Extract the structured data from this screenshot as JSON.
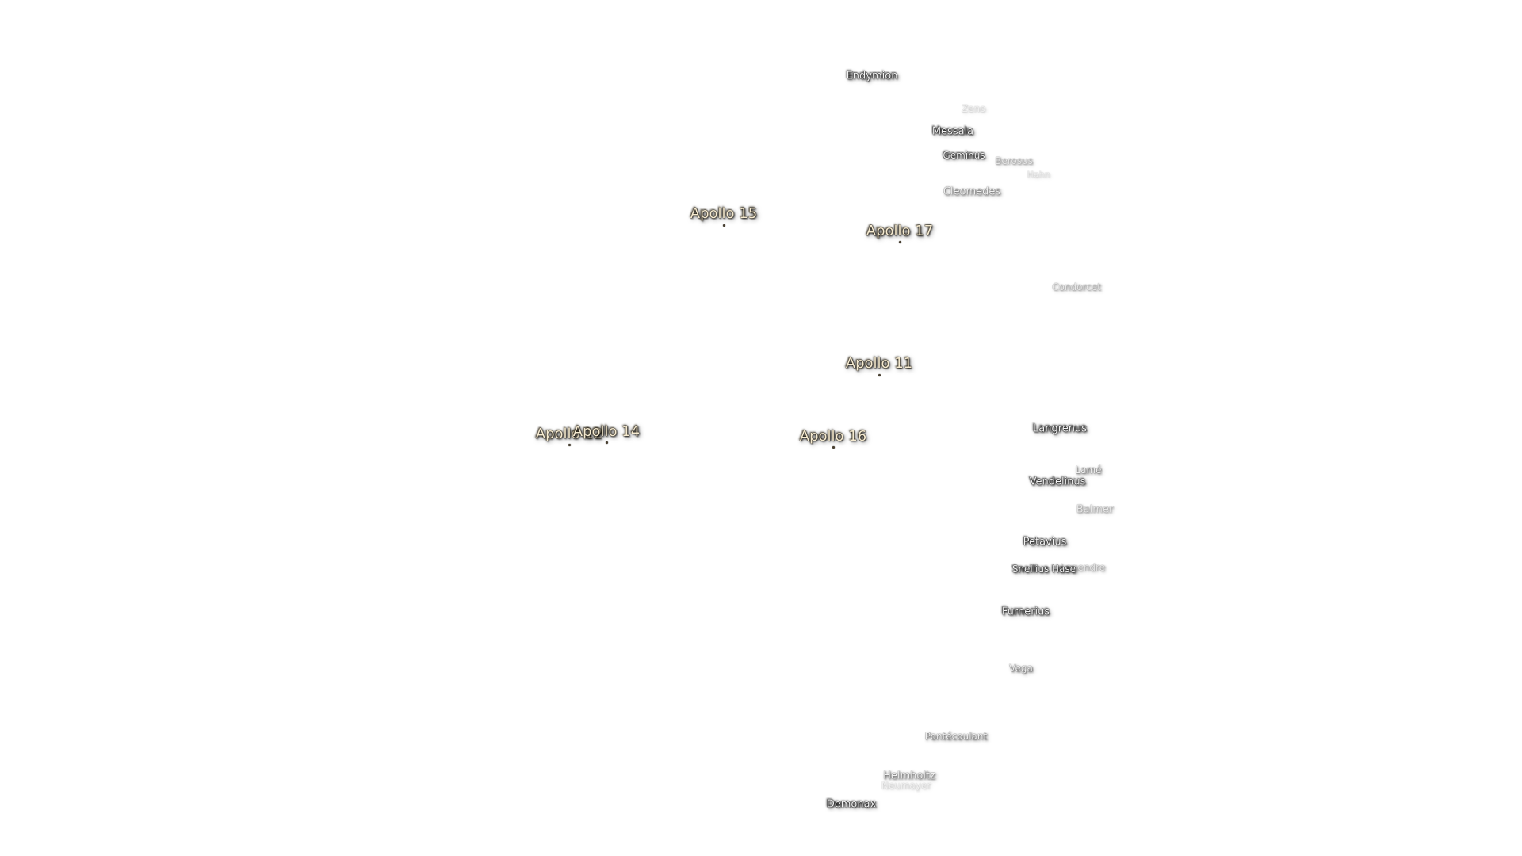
{
  "labels": {
    "endymion": "Endymion",
    "zeno": "Zeno",
    "messala": "Messala",
    "geminus": "Geminus",
    "berosus": "Berosus",
    "hahn": "Hahn",
    "cleomedes": "Cleomedes",
    "condorcet": "Condorcet",
    "langrenus": "Langrenus",
    "lame": "Lamé",
    "vendelinus": "Vendelinus",
    "balmer": "Balmer",
    "petavius": "Petavius",
    "snellius": "Snellius",
    "hase": "Hase",
    "legendre": "Legendre",
    "furnerius": "Furnerius",
    "vega": "Vega",
    "pontecoulant": "Pontécoulant",
    "helmholtz": "Helmholtz",
    "neumayer": "Neumayer",
    "demonax": "Demonax"
  },
  "apollo": {
    "a15": "Apollo 15",
    "a17": "Apollo 17",
    "a11": "Apollo 11",
    "a12": "Apollo 12",
    "a14": "Apollo 14",
    "a16": "Apollo 16"
  },
  "colors": {
    "background": "#ffffff",
    "apollo_text": "#f5ead0",
    "crater_text": "#f2f2f2"
  }
}
